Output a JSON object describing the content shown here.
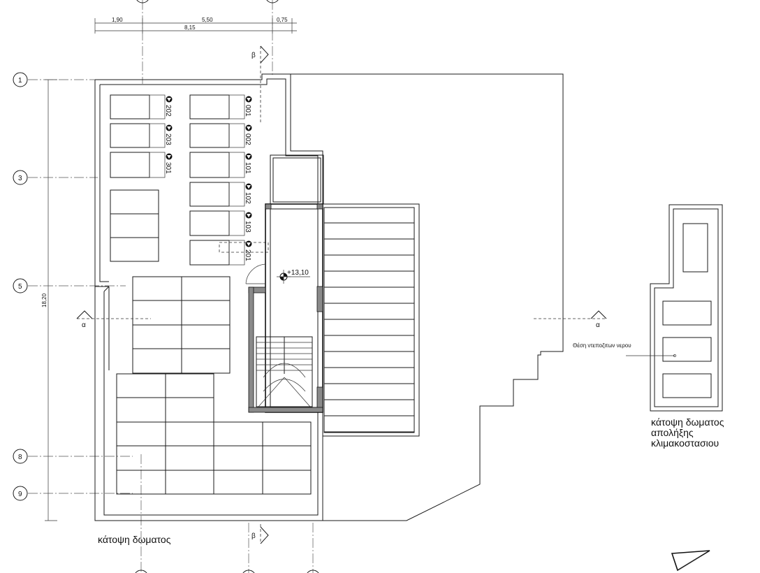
{
  "dimensions": {
    "d1": "1,90",
    "d2": "5,50",
    "d3": "0,75",
    "total": "8,15",
    "vertical": "18,20"
  },
  "grid_labels": [
    "1",
    "3",
    "5",
    "8",
    "9"
  ],
  "section_labels": {
    "beta_top": "β",
    "beta_bottom": "β",
    "alpha_left": "α",
    "alpha_right": "α"
  },
  "unit_labels": [
    "202",
    "203",
    "301",
    "001",
    "002",
    "101",
    "102",
    "103",
    "201"
  ],
  "elevation": "+13,10",
  "water_note": "Θέση ντεποζιτων νερου",
  "titles": {
    "main": "κάτοψη δωματος",
    "stair_line1": "κάτοψη δωματος",
    "stair_line2": "απολήξης",
    "stair_line3": "κλιμακοστασιου"
  }
}
